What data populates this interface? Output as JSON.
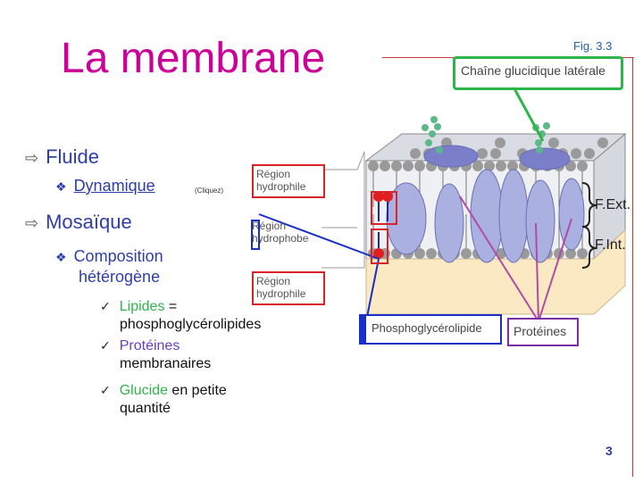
{
  "slide": {
    "title": "La membrane",
    "fig_label": "Fig. 3.3",
    "page_number": "3"
  },
  "bullets": {
    "fluide": "Fluide",
    "dynamique": "Dynamique",
    "cliquez": "(Cliquez)",
    "mosaique": "Mosaïque",
    "composition_line1": "Composition",
    "composition_line2": "hétérogène",
    "lipides_word": "Lipides",
    "lipides_rest": " =",
    "lipides_line2": "phosphoglycérolipides",
    "proteines_line1": "Protéines",
    "proteines_line2": "membranaires",
    "glucide_word": "Glucide",
    "glucide_rest": " en petite",
    "glucide_line2": "quantité"
  },
  "diagram": {
    "chain_label": "Chaîne glucidique latérale",
    "region_hydrophile_1": "Région hydrophile",
    "region_hydrophobe": "Région hydrophobe",
    "region_hydrophile_2": "Région hydrophile",
    "phospho_label": "Phosphoglycérolipide",
    "proteines_label": "Protéines",
    "face_ext": "F.Ext.",
    "face_int": "F.Int."
  },
  "colors": {
    "title": "#cc0099",
    "bullet_text": "#2d3ea8",
    "green_box": "#2db54a",
    "red_box": "#d9232a",
    "violet_box": "#7a2ea0",
    "blue_box": "#1830c8"
  }
}
